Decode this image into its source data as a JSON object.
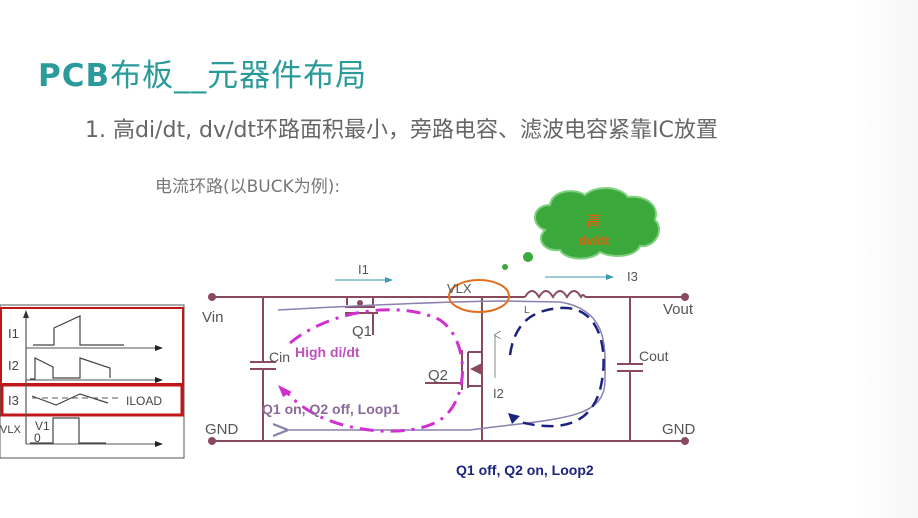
{
  "slide": {
    "title_latin": "PCB",
    "title_cjk": "布板__元器件布局",
    "point_1": "1. 高di/dt, dv/dt环路面积最小，旁路电容、滤波电容紧靠IC放置",
    "subheading": "电流环路(以BUCK为例):"
  },
  "colors": {
    "title": "#2a9a9a",
    "wire": "#8a4a5e",
    "loop1": "#d030d0",
    "loop2": "#1a237e",
    "vlx_ring": "#e07020",
    "cloud": "#3aa83a",
    "cloud_text": "#e06010",
    "waveform_box": "#c01818",
    "current_arrow": "#3a9ab0"
  },
  "circuit": {
    "node_vin": "Vin",
    "node_gnd_left": "GND",
    "node_vout": "Vout",
    "node_gnd_right": "GND",
    "cap_in": "Cin",
    "cap_out": "Cout",
    "switch_high": "Q1",
    "switch_low": "Q2",
    "node_vlx": "VLX",
    "inductor": "L",
    "current_i1": "I1",
    "current_i2": "I2",
    "current_i3": "I3",
    "loop1_badge": "High di/dt",
    "loop1_label": "Q1 on, Q2 off, Loop1",
    "loop2_label": "Q1 off, Q2 on, Loop2",
    "cloud_line1": "高",
    "cloud_line2": "dv/dt"
  },
  "waveforms": {
    "i1": "I1",
    "i2": "I2",
    "i3": "I3",
    "iload": "ILOAD",
    "vlx": "VLX",
    "v1": "V1",
    "zero": "0"
  }
}
